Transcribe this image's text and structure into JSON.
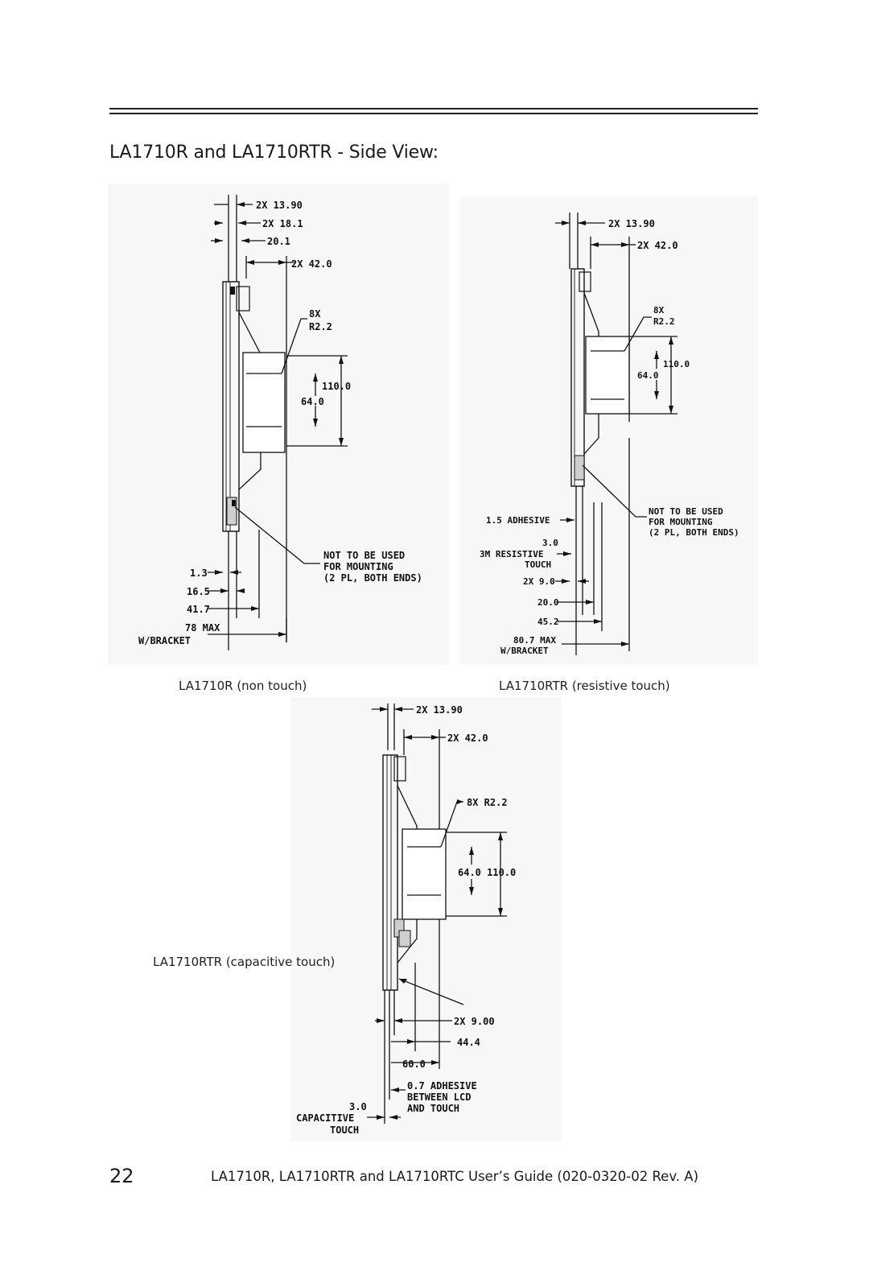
{
  "section_title": "LA1710R and LA1710RTR - Side View:",
  "figures": {
    "non_touch": {
      "caption": "LA1710R (non touch)",
      "labels": {
        "d_1390": "2X 13.90",
        "d_181": "2X 18.1",
        "d_201": "20.1",
        "d_420": "2X 42.0",
        "r_count": "8X",
        "r_val": "R2.2",
        "d_1100": "110.0",
        "d_640": "64.0",
        "note1": "NOT TO BE USED",
        "note2": "FOR MOUNTING",
        "note3": "(2 PL, BOTH ENDS)",
        "d_13": "1.3",
        "d_165": "16.5",
        "d_417": "41.7",
        "max1": "78 MAX",
        "max2": "W/BRACKET"
      }
    },
    "resistive": {
      "caption": "LA1710RTR (resistive touch)",
      "labels": {
        "d_1390": "2X 13.90",
        "d_420": "2X 42.0",
        "r_count": "8X",
        "r_val": "R2.2",
        "d_1100": "110.0",
        "d_640": "64.0",
        "note1": "NOT TO BE USED",
        "note2": "FOR MOUNTING",
        "note3": "(2 PL, BOTH ENDS)",
        "adhesive": "1.5 ADHESIVE",
        "d_30": "3.0",
        "res1": "3M RESISTIVE",
        "res2": "TOUCH",
        "d_90": "2X 9.0",
        "d_200": "20.0",
        "d_452": "45.2",
        "max1": "80.7 MAX",
        "max2": "W/BRACKET"
      }
    },
    "capacitive": {
      "caption": "LA1710RTR (capacitive touch)",
      "labels": {
        "d_1390": "2X 13.90",
        "d_420": "2X 42.0",
        "r_val": "8X R2.2",
        "d_640_1100": "64.0 110.0",
        "d_900": "2X 9.00",
        "d_444": "44.4",
        "d_600": "60.0",
        "adh1": "0.7 ADHESIVE",
        "adh2": "BETWEEN LCD",
        "adh3": "AND TOUCH",
        "d_30": "3.0",
        "cap1": "CAPACITIVE",
        "cap2": "TOUCH"
      }
    }
  },
  "footer": {
    "page_number": "22",
    "guide_title": "LA1710R, LA1710RTR and LA1710RTC User’s Guide  (020-0320-02 Rev. A)"
  }
}
